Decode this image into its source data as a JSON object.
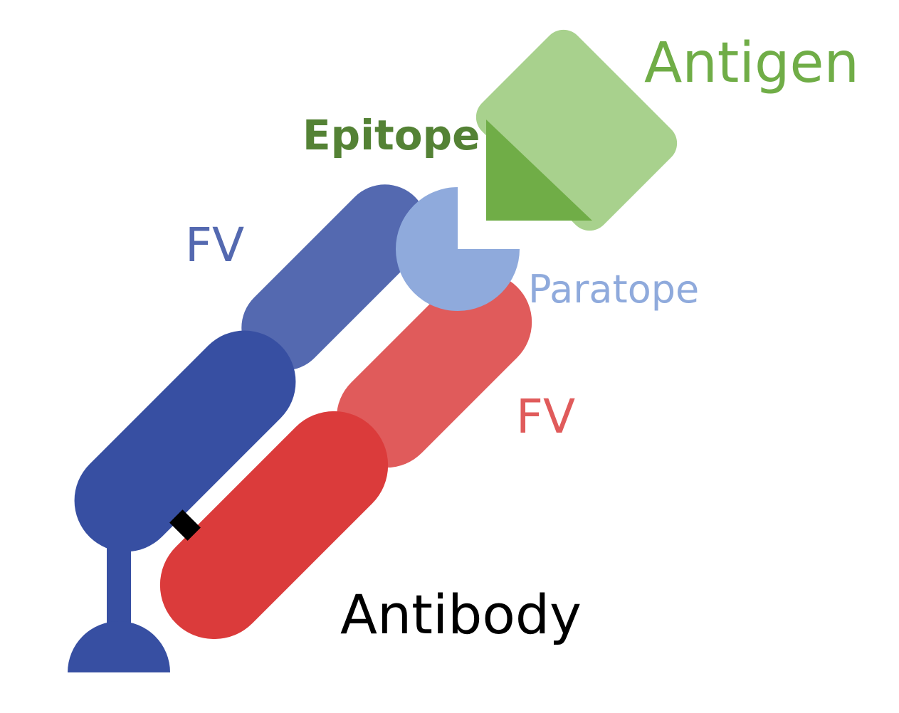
{
  "labels": {
    "antigen": "Antigen",
    "epitope": "Epitope",
    "fv_heavy": "FV",
    "paratope": "Paratope",
    "fv_light": "FV",
    "antibody": "Antibody"
  },
  "colors": {
    "antigen_light": "#a8d18d",
    "epitope_green": "#70ad47",
    "epitope_text": "#548235",
    "heavy_fv_blue": "#5469b0",
    "heavy_constant_blue": "#374fa2",
    "paratope_blue": "#8faadc",
    "light_fv_red": "#e05b5b",
    "light_constant_red": "#db3b3b",
    "disulfide_black": "#000000",
    "antibody_text": "#000000"
  }
}
